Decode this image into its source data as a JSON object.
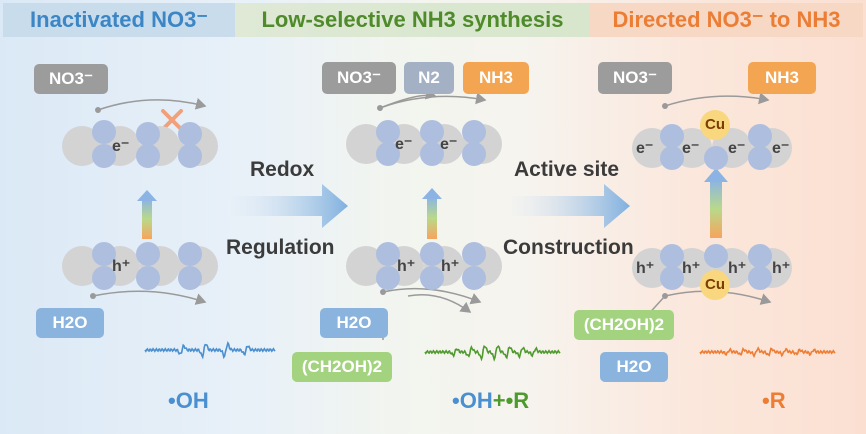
{
  "headers": {
    "left": "Inactivated NO3⁻",
    "middle": "Low-selective NH3 synthesis",
    "right": "Directed NO3⁻ to NH3"
  },
  "panel1": {
    "top_label": "NO3⁻",
    "electron": "e⁻",
    "hole": "h⁺",
    "bottom_label": "H2O",
    "radical": "•OH"
  },
  "panel2": {
    "top_labels": [
      "NO3⁻",
      "N2",
      "NH3"
    ],
    "electrons": [
      "e⁻",
      "e⁻"
    ],
    "holes": [
      "h⁺",
      "h⁺"
    ],
    "bottom_labels": [
      "H2O",
      "(CH2OH)2"
    ],
    "radical_oh": "•OH",
    "radical_plus": "+",
    "radical_r": "•R"
  },
  "panel3": {
    "top_labels": [
      "NO3⁻",
      "NH3"
    ],
    "cu": "Cu",
    "electrons": [
      "e⁻",
      "e⁻",
      "e⁻",
      "e⁻"
    ],
    "holes": [
      "h⁺",
      "h⁺",
      "h⁺",
      "h⁺"
    ],
    "bottom_labels": [
      "(CH2OH)2",
      "H2O"
    ],
    "radical": "•R"
  },
  "transition1": {
    "top": "Redox",
    "bottom": "Regulation"
  },
  "transition2": {
    "top": "Active site",
    "bottom": "Construction"
  },
  "colors": {
    "blue": "#4a8fd0",
    "green": "#4f9a2e",
    "orange": "#ee7d33"
  }
}
